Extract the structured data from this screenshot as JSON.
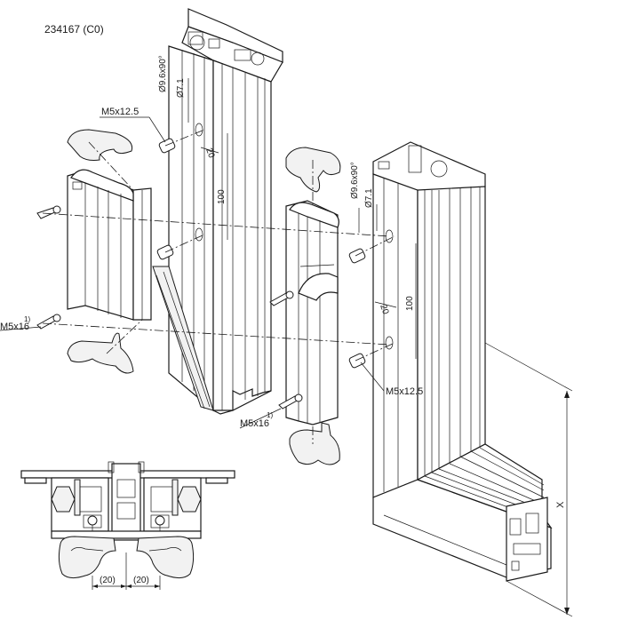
{
  "drawing": {
    "part_number": "234167 (C0)"
  },
  "labels": {
    "screw_upper_left": "M5x12.5",
    "screw_left_lower": "M5x16",
    "screw_left_lower_note": "1)",
    "screw_center_lower": "M5x16",
    "screw_center_lower_note": "1)",
    "screw_right": "M5x12.5",
    "overall_dim": "X"
  },
  "dimensions_left": {
    "hole_large": "Ø9.6x90°",
    "hole_small": "Ø7.1",
    "offset": "20",
    "spacing": "100"
  },
  "dimensions_right": {
    "hole_large": "Ø9.6x90°",
    "hole_small": "Ø7.1",
    "offset": "20",
    "spacing": "100"
  },
  "section": {
    "dim_left": "(20)",
    "dim_right": "(20)"
  }
}
